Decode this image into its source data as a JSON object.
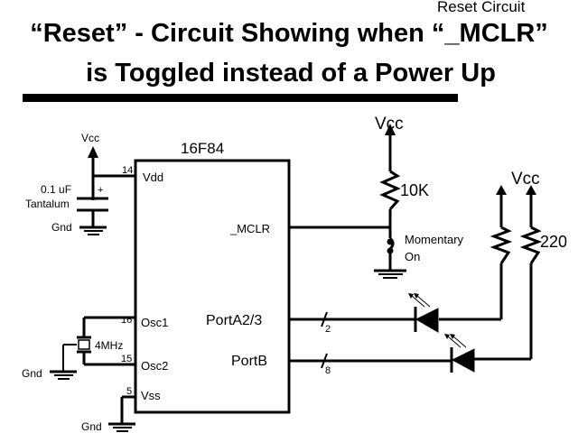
{
  "header": {
    "section_label": "Reset Circuit",
    "title_line1": "“Reset” - Circuit Showing when “_MCLR”",
    "title_line2": "is Toggled instead of a Power Up"
  },
  "schematic": {
    "chip": {
      "part_number": "16F84",
      "pins": [
        {
          "number": "14",
          "name": "Vdd"
        },
        {
          "number": "",
          "name": "_MCLR"
        },
        {
          "number": "16",
          "name": "Osc1"
        },
        {
          "number": "15",
          "name": "Osc2"
        },
        {
          "number": "5",
          "name": "Vss"
        },
        {
          "number": "",
          "name": "PortA2/3"
        },
        {
          "number": "",
          "name": "PortB"
        }
      ]
    },
    "power_labels": {
      "vcc_left": "Vcc",
      "vcc_center": "Vcc",
      "vcc_right": "Vcc",
      "gnd_cap": "Gnd",
      "gnd_crystal": "Gnd",
      "gnd_vss": "Gnd"
    },
    "capacitor": {
      "value": "0.1 uF",
      "type": "Tantalum",
      "polarity": "+"
    },
    "crystal": {
      "value": "4MHz"
    },
    "pullup_resistor": {
      "value": "10K"
    },
    "led_resistor": {
      "value": "220"
    },
    "switch": {
      "label_line1": "Momentary",
      "label_line2": "On"
    },
    "buses": [
      {
        "port": "PortA2/3",
        "width": "2"
      },
      {
        "port": "PortB",
        "width": "8"
      }
    ],
    "leds": [
      "LED on PortA2/3",
      "LED on PortB"
    ]
  }
}
